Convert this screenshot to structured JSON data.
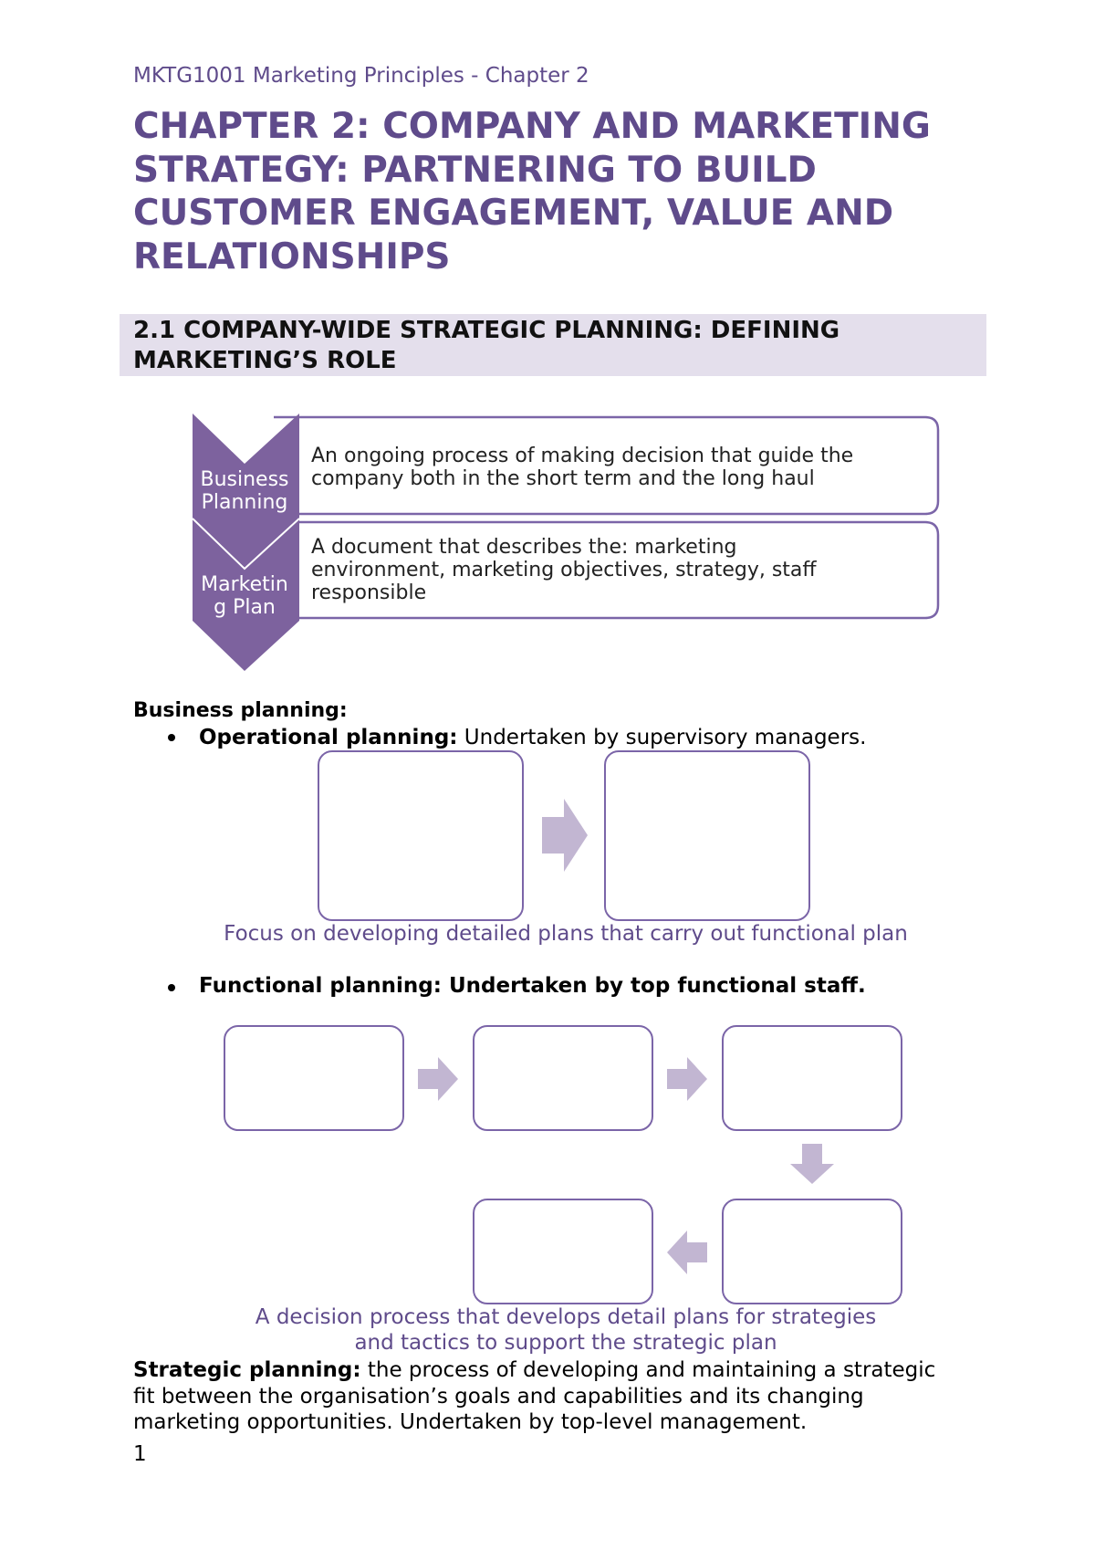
{
  "header": {
    "running_title": "MKTG1001 Marketing Principles - Chapter 2"
  },
  "chapter": {
    "title_lines": [
      "CHAPTER 2: COMPANY AND MARKETING",
      "STRATEGY: PARTNERING TO BUILD",
      "CUSTOMER ENGAGEMENT, VALUE AND",
      "RELATIONSHIPS"
    ]
  },
  "section": {
    "title_lines": [
      "2.1 COMPANY-WIDE STRATEGIC PLANNING: DEFINING",
      "MARKETING’S ROLE"
    ]
  },
  "chevron_diagram": {
    "items": [
      {
        "label_lines": [
          "Business",
          "Planning"
        ],
        "description_lines": [
          "An ongoing process of making decision that guide the",
          "company both in the short term and the long haul"
        ]
      },
      {
        "label_lines": [
          "Marketin",
          "g Plan"
        ],
        "description_lines": [
          "A document that describes the: marketing",
          "environment, marketing objectives, strategy, staff",
          "responsible"
        ]
      }
    ]
  },
  "business_planning": {
    "heading": "Business planning:",
    "operational": {
      "term": "Operational planning:",
      "text": " Undertaken by supervisory managers.",
      "caption": "Focus on developing detailed plans that carry out functional plan"
    },
    "functional": {
      "term": "Functional planning: Undertaken by top functional staff.",
      "caption_lines": [
        "A decision process that develops detail plans for strategies",
        "and tactics to support the strategic plan"
      ]
    }
  },
  "strategic": {
    "term": "Strategic planning:",
    "text_lines": [
      " the process of developing and maintaining a strategic",
      "fit between the organisation’s goals and capabilities and its changing",
      "marketing opportunities. Undertaken by top-level management."
    ]
  },
  "footer": {
    "page_number": "1"
  },
  "colors": {
    "accent": "#5f4b8b",
    "chevron": "#7d629e",
    "box_border": "#7b65a8",
    "arrow": "#c2b6d2",
    "section_bar": "#e4dfec"
  }
}
